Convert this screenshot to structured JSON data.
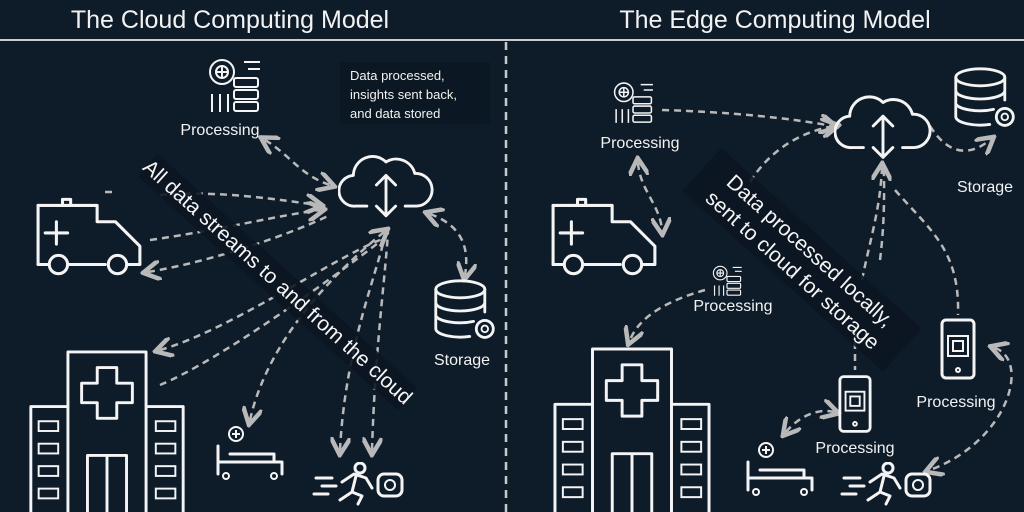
{
  "left": {
    "title": "The Cloud Computing Model",
    "processing_label": "Processing",
    "storage_label": "Storage",
    "note_lines": [
      "Data processed,",
      "insights sent back,",
      "and data stored"
    ],
    "banner": "All data streams to and from  the cloud"
  },
  "right": {
    "title": "The Edge Computing Model",
    "processing_labels": [
      "Processing",
      "Processing",
      "Processing",
      "Processing"
    ],
    "storage_label": "Storage",
    "banner_lines": [
      "Data processed locally,",
      "sent to cloud for storage"
    ]
  },
  "colors": {
    "background": "#0e1c2a",
    "icon": "#f4f4f4",
    "arrow": "#b9b9b9"
  }
}
